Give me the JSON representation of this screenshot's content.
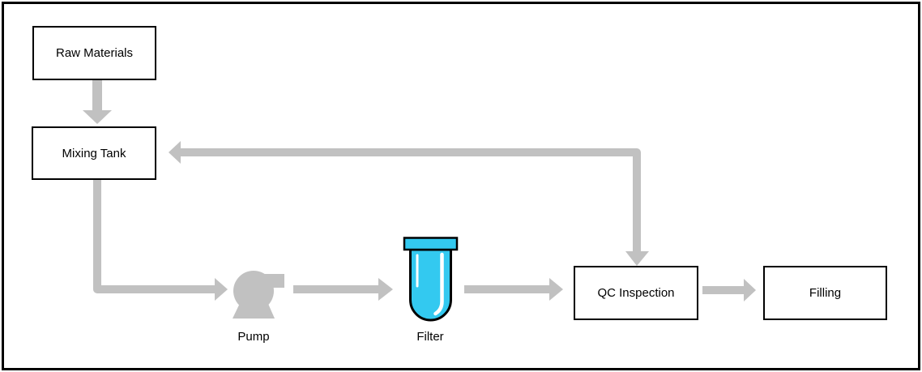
{
  "diagram": {
    "type": "process-flowchart",
    "nodes": {
      "raw_materials": {
        "label": "Raw Materials",
        "shape": "rect"
      },
      "mixing_tank": {
        "label": "Mixing Tank",
        "shape": "rect"
      },
      "pump": {
        "label": "Pump",
        "shape": "pump-icon"
      },
      "filter": {
        "label": "Filter",
        "shape": "filter-icon"
      },
      "qc_inspection": {
        "label": "QC Inspection",
        "shape": "rect"
      },
      "filling": {
        "label": "Filling",
        "shape": "rect"
      }
    },
    "edges": [
      {
        "from": "raw_materials",
        "to": "mixing_tank"
      },
      {
        "from": "mixing_tank",
        "to": "pump"
      },
      {
        "from": "pump",
        "to": "filter"
      },
      {
        "from": "filter",
        "to": "qc_inspection"
      },
      {
        "from": "qc_inspection",
        "to": "filling"
      },
      {
        "from": "qc_inspection",
        "to": "mixing_tank",
        "style": "feedback-elbow",
        "double_headed": true
      }
    ],
    "colors": {
      "connector": "#C1C1C1",
      "icon_gray": "#C1C1C1",
      "filter_fill": "#33C9F0",
      "box_border": "#000000",
      "box_fill": "#FFFFFF",
      "frame_border": "#000000",
      "background": "#FFFFFF",
      "highlight": "#FFFFFF"
    }
  }
}
